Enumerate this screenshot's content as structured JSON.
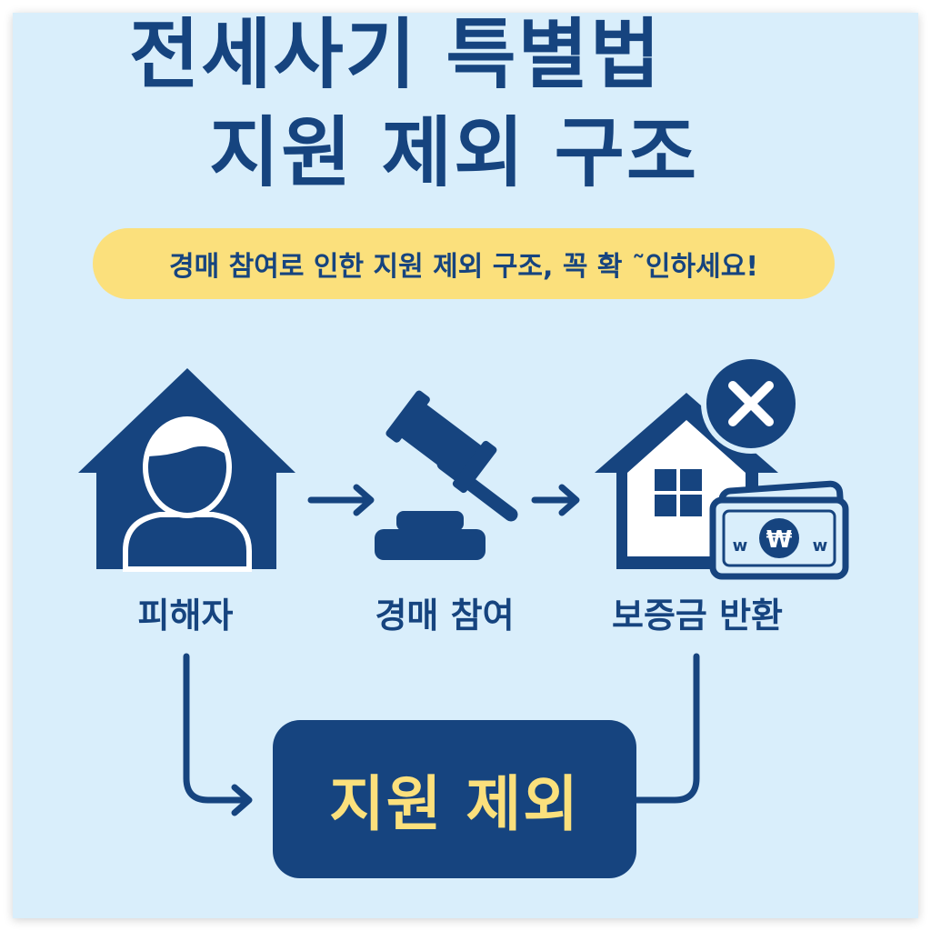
{
  "title": {
    "line1": "전세사기 특별법",
    "line2": "지원 제외 구조"
  },
  "banner": {
    "text": "경매 참여로 인한 지원 제외 구조, 꼭 확 ˜인하세요!"
  },
  "nodes": {
    "victim": {
      "label": "피해자",
      "icon": "house-person-icon"
    },
    "auction": {
      "label": "경매 참여",
      "icon": "gavel-icon"
    },
    "deposit": {
      "label": "보증금 반환",
      "icon": "house-money-x-icon",
      "money_symbol": "₩",
      "money_mark": "w"
    }
  },
  "result": {
    "label": "지원 제외"
  },
  "colors": {
    "background": "#d9eefb",
    "navy": "#16447f",
    "yellow": "#fbe07c",
    "white": "#ffffff"
  }
}
